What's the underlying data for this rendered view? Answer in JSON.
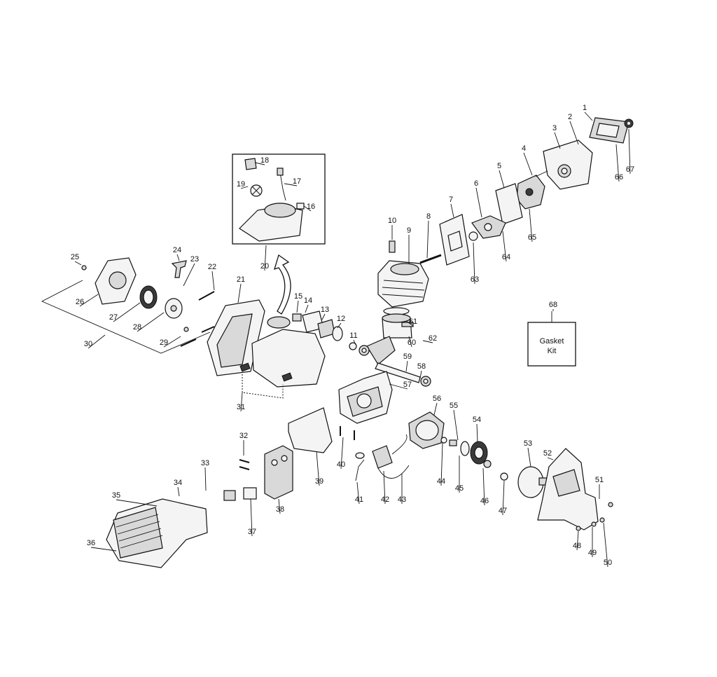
{
  "labels": [
    "1",
    "2",
    "3",
    "4",
    "5",
    "6",
    "7",
    "8",
    "9",
    "10",
    "11",
    "12",
    "13",
    "14",
    "15",
    "16",
    "17",
    "18",
    "19",
    "20",
    "21",
    "22",
    "23",
    "24",
    "25",
    "26",
    "27",
    "28",
    "29",
    "30",
    "31",
    "32",
    "33",
    "34",
    "35",
    "36",
    "37",
    "38",
    "39",
    "40",
    "41",
    "42",
    "43",
    "44",
    "45",
    "46",
    "47",
    "48",
    "49",
    "50",
    "51",
    "52",
    "53",
    "54",
    "55",
    "56",
    "57",
    "58",
    "59",
    "60",
    "61",
    "62",
    "63",
    "64",
    "65",
    "66",
    "67",
    "68"
  ],
  "gasket_box": {
    "line1": "Gasket",
    "line2": "Kit"
  }
}
